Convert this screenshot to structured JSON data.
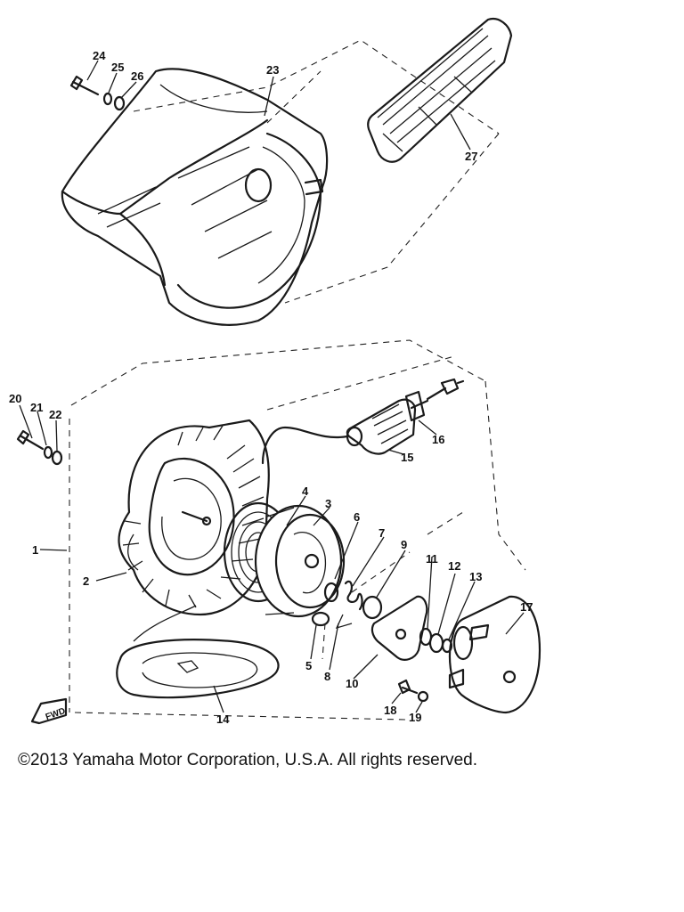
{
  "callouts": [
    "1",
    "2",
    "3",
    "4",
    "5",
    "6",
    "7",
    "8",
    "9",
    "10",
    "11",
    "12",
    "13",
    "14",
    "15",
    "16",
    "17",
    "18",
    "19",
    "20",
    "21",
    "22",
    "23",
    "24",
    "25",
    "26",
    "27"
  ],
  "fwd_label": "FWD",
  "copyright": "©2013 Yamaha Motor Corporation, U.S.A. All rights reserved."
}
